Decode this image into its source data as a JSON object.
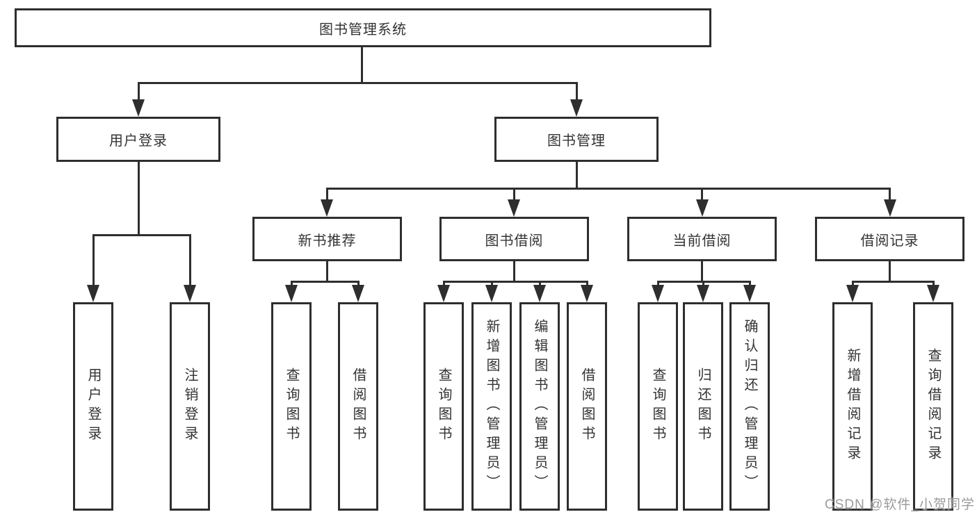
{
  "diagram": {
    "root": "图书管理系统",
    "level2": [
      "用户登录",
      "图书管理"
    ],
    "login_children": [
      "用户登录",
      "注销登录"
    ],
    "groups": [
      {
        "label": "新书推荐",
        "children": [
          "查询图书",
          "借阅图书"
        ]
      },
      {
        "label": "图书借阅",
        "children": [
          "查询图书",
          "新增图书（管理员）",
          "编辑图书（管理员）",
          "借阅图书"
        ]
      },
      {
        "label": "当前借阅",
        "children": [
          "查询图书",
          "归还图书",
          "确认归还（管理员）"
        ]
      },
      {
        "label": "借阅记录",
        "children": [
          "新增借阅记录",
          "查询借阅记录"
        ]
      }
    ]
  },
  "watermark": {
    "text": "CSDN @软件_小贺同学",
    "color": "#9b9b9b"
  },
  "colors": {
    "line": "#2e2e2e",
    "text": "#333333",
    "background": "#ffffff"
  }
}
